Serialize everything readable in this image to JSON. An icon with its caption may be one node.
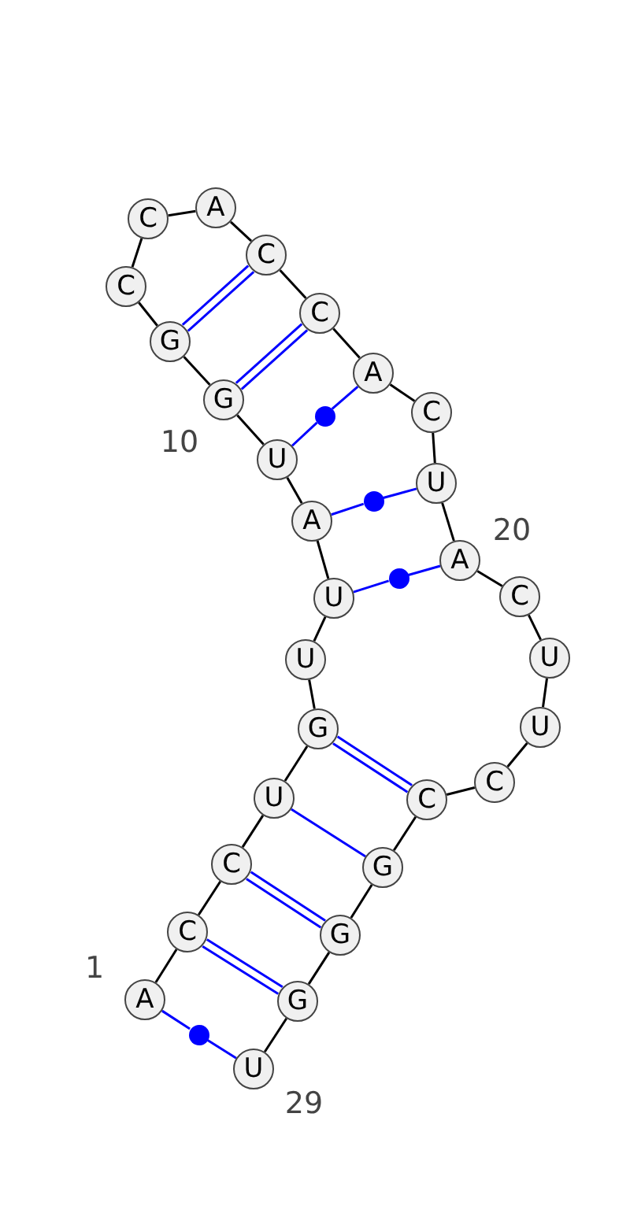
{
  "diagram": {
    "nodes": [
      {
        "text": [
          "A"
        ],
        "beside": [
          "1"
        ]
      },
      {
        "text": [
          "C"
        ]
      },
      {
        "text": [
          "C"
        ]
      },
      {
        "text": [
          "U"
        ]
      },
      {
        "text": [
          "G"
        ]
      },
      {
        "text": [
          "U"
        ]
      },
      {
        "text": [
          "U"
        ]
      },
      {
        "text": [
          "A"
        ]
      },
      {
        "text": [
          "U"
        ]
      },
      {
        "text": [
          "G"
        ],
        "beside": [
          "10"
        ]
      },
      {
        "text": [
          "G"
        ]
      },
      {
        "text": [
          "C"
        ]
      },
      {
        "text": [
          "C"
        ]
      },
      {
        "text": [
          "A"
        ]
      },
      {
        "text": [
          "C"
        ]
      },
      {
        "text": [
          "C"
        ]
      },
      {
        "text": [
          "A"
        ]
      },
      {
        "text": [
          "C"
        ]
      },
      {
        "text": [
          "U"
        ]
      },
      {
        "text": [
          "A"
        ],
        "beside": [
          "20"
        ]
      },
      {
        "text": [
          "C"
        ]
      },
      {
        "text": [
          "U"
        ]
      },
      {
        "text": [
          "U"
        ]
      },
      {
        "text": [
          "C"
        ]
      },
      {
        "text": [
          "C"
        ]
      },
      {
        "text": [
          "G"
        ]
      },
      {
        "text": [
          "G"
        ]
      },
      {
        "text": [
          "G"
        ]
      },
      {
        "text": [
          "U"
        ],
        "beside": [
          "29"
        ]
      },
      {
        "text": [],
        "shape": "circle"
      },
      {
        "text": [],
        "shape": "circle"
      },
      {
        "text": [],
        "shape": "circle"
      },
      {
        "text": [],
        "shape": "circle"
      }
    ],
    "edges": [
      {
        "from": 0,
        "to": 1,
        "arrow": "none"
      },
      {
        "from": 1,
        "to": 2,
        "arrow": "none"
      },
      {
        "from": 2,
        "to": 3,
        "arrow": "none"
      },
      {
        "from": 3,
        "to": 4,
        "arrow": "none"
      },
      {
        "from": 4,
        "to": 5,
        "arrow": "none"
      },
      {
        "from": 5,
        "to": 6,
        "arrow": "none"
      },
      {
        "from": 6,
        "to": 7,
        "arrow": "none"
      },
      {
        "from": 7,
        "to": 8,
        "arrow": "none"
      },
      {
        "from": 8,
        "to": 9,
        "arrow": "none"
      },
      {
        "from": 9,
        "to": 10,
        "arrow": "none"
      },
      {
        "from": 10,
        "to": 11,
        "arrow": "none"
      },
      {
        "from": 11,
        "to": 12,
        "arrow": "none"
      },
      {
        "from": 12,
        "to": 13,
        "arrow": "none"
      },
      {
        "from": 13,
        "to": 14,
        "arrow": "none"
      },
      {
        "from": 14,
        "to": 15,
        "arrow": "none"
      },
      {
        "from": 15,
        "to": 16,
        "arrow": "none"
      },
      {
        "from": 16,
        "to": 17,
        "arrow": "none"
      },
      {
        "from": 17,
        "to": 18,
        "arrow": "none"
      },
      {
        "from": 18,
        "to": 19,
        "arrow": "none"
      },
      {
        "from": 19,
        "to": 20,
        "arrow": "none"
      },
      {
        "from": 20,
        "to": 21,
        "arrow": "none"
      },
      {
        "from": 21,
        "to": 22,
        "arrow": "none"
      },
      {
        "from": 22,
        "to": 23,
        "arrow": "none"
      },
      {
        "from": 23,
        "to": 24,
        "arrow": "none"
      },
      {
        "from": 24,
        "to": 25,
        "arrow": "none"
      },
      {
        "from": 25,
        "to": 26,
        "arrow": "none"
      },
      {
        "from": 26,
        "to": 27,
        "arrow": "none"
      },
      {
        "from": 27,
        "to": 28,
        "arrow": "none"
      },
      {
        "from": 0,
        "to": 32,
        "arrow": "none",
        "color": "#0000ff"
      },
      {
        "from": 32,
        "to": 28,
        "arrow": "none",
        "color": "#0000ff"
      },
      {
        "from": 1,
        "to": 27,
        "arrow": "none",
        "color": "#0000ff"
      },
      {
        "from": 1,
        "to": 27,
        "arrow": "none",
        "color": "#0000ff"
      },
      {
        "from": 2,
        "to": 26,
        "arrow": "none",
        "color": "#0000ff"
      },
      {
        "from": 2,
        "to": 26,
        "arrow": "none",
        "color": "#0000ff"
      },
      {
        "from": 3,
        "to": 25,
        "arrow": "none",
        "color": "#0000ff"
      },
      {
        "from": 4,
        "to": 24,
        "arrow": "none",
        "color": "#0000ff"
      },
      {
        "from": 4,
        "to": 24,
        "arrow": "none",
        "color": "#0000ff"
      },
      {
        "from": 6,
        "to": 31,
        "arrow": "none",
        "color": "#0000ff"
      },
      {
        "from": 31,
        "to": 19,
        "arrow": "none",
        "color": "#0000ff"
      },
      {
        "from": 7,
        "to": 30,
        "arrow": "none",
        "color": "#0000ff"
      },
      {
        "from": 30,
        "to": 18,
        "arrow": "none",
        "color": "#0000ff"
      },
      {
        "from": 8,
        "to": 29,
        "arrow": "none",
        "color": "#0000ff"
      },
      {
        "from": 29,
        "to": 16,
        "arrow": "none",
        "color": "#0000ff"
      },
      {
        "from": 9,
        "to": 15,
        "arrow": "none",
        "color": "#0000ff"
      },
      {
        "from": 9,
        "to": 15,
        "arrow": "none",
        "color": "#0000ff"
      },
      {
        "from": 10,
        "to": 14,
        "arrow": "none",
        "color": "#0000ff"
      },
      {
        "from": 10,
        "to": 14,
        "arrow": "none",
        "color": "#0000ff"
      }
    ]
  }
}
